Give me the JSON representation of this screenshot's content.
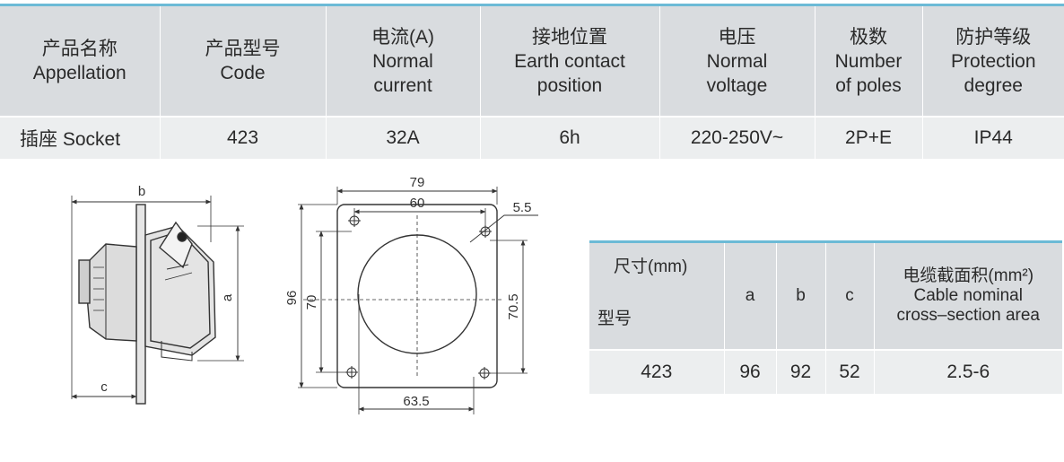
{
  "spec_table": {
    "headers": [
      {
        "cn": "产品名称",
        "en": [
          "Appellation"
        ]
      },
      {
        "cn": "产品型号",
        "en": [
          "Code"
        ]
      },
      {
        "cn": "电流(A)",
        "en": [
          "Normal",
          "current"
        ]
      },
      {
        "cn": "接地位置",
        "en": [
          "Earth contact",
          "position"
        ]
      },
      {
        "cn": "电压",
        "en": [
          "Normal",
          "voltage"
        ]
      },
      {
        "cn": "极数",
        "en": [
          "Number",
          "of poles"
        ]
      },
      {
        "cn": "防护等级",
        "en": [
          "Protection",
          "degree"
        ]
      }
    ],
    "row": [
      "插座 Socket",
      "423",
      "32A",
      "6h",
      "220-250V~",
      "2P+E",
      "IP44"
    ]
  },
  "side_view": {
    "label_a": "a",
    "label_b": "b",
    "label_c": "c"
  },
  "front_view": {
    "w_outer": "79",
    "w_inner": "60",
    "hole": "5.5",
    "h_outer": "96",
    "h_inner": "70",
    "h_right": "70.5",
    "w_bottom": "63.5"
  },
  "dim_table": {
    "corner_top": "尺寸(mm)",
    "corner_bottom": "型号",
    "col_a": "a",
    "col_b": "b",
    "col_c": "c",
    "cable_cn": "电缆截面积(mm²)",
    "cable_en_1": "Cable nominal",
    "cable_en_2": "cross–section area",
    "row": [
      "423",
      "96",
      "92",
      "52",
      "2.5-6"
    ]
  },
  "colors": {
    "accent": "#6cbad6",
    "header_bg": "#d9dcdf",
    "row_bg": "#eceeef"
  }
}
